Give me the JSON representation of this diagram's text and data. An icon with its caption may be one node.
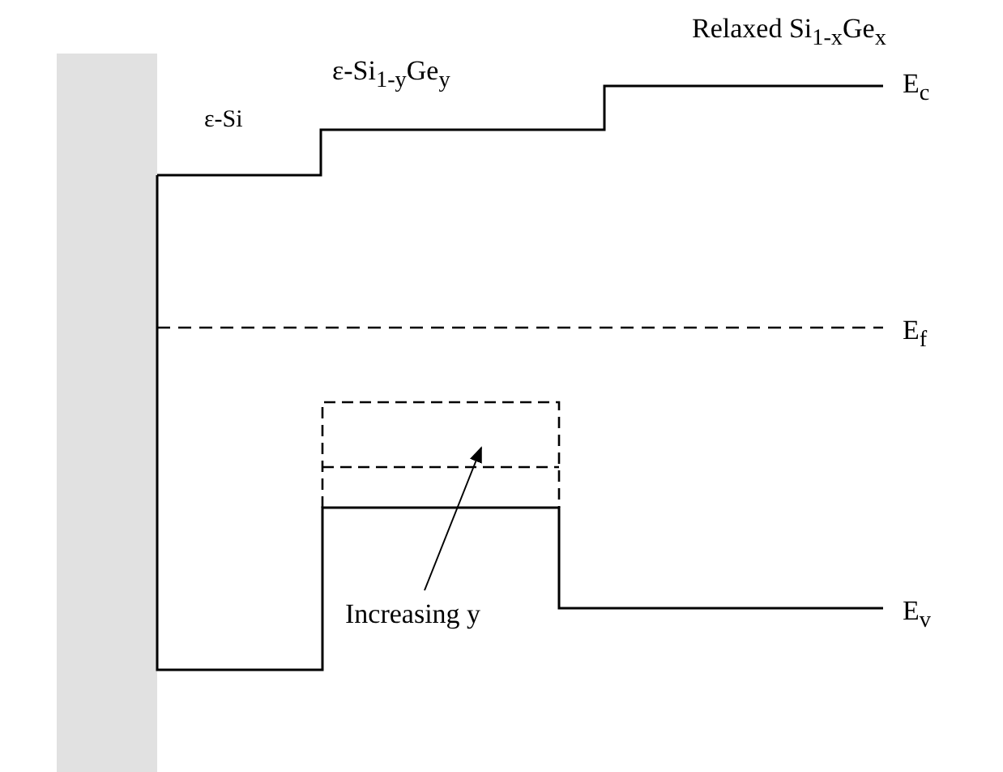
{
  "diagram": {
    "nodes": [
      {
        "text": [],
        "shape": "box"
      }
    ],
    "labels": [
      "Relaxed Si$_{1-x}$Ge$_{x}$",
      "ε-Si$_{1-y}$Ge$_{y}$",
      "ε-Si",
      "E$_{c}$",
      "E$_{f}$",
      "Increasing y",
      "E$_{v}$"
    ]
  }
}
